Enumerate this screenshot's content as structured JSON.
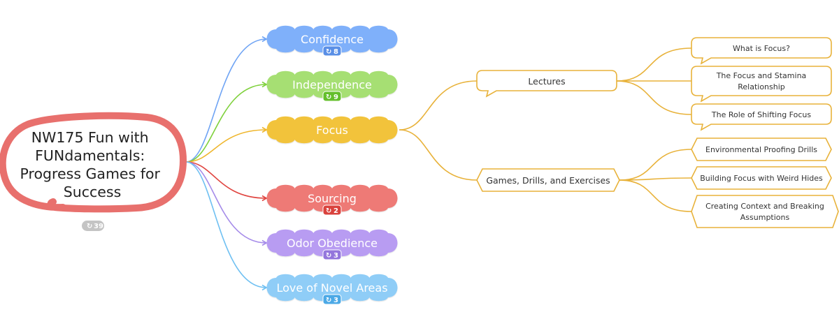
{
  "root": {
    "title_lines": [
      "NW175 Fun with",
      "FUNdamentals:",
      "Progress Games for",
      "Success"
    ],
    "count": "39",
    "color": "#e8706d"
  },
  "branches": [
    {
      "label": "Confidence",
      "count": "8",
      "color": "#7fb0fa",
      "line": "#6fa4f4",
      "badge": "#5a8fe6"
    },
    {
      "label": "Independence",
      "count": "9",
      "color": "#a6df73",
      "line": "#7fd13c",
      "badge": "#64bf2b"
    },
    {
      "label": "Focus",
      "count": "",
      "color": "#f2c33a",
      "line": "#efb62c",
      "badge": "#e2a81b"
    },
    {
      "label": "Sourcing",
      "count": "2",
      "color": "#ee7a76",
      "line": "#e04540",
      "badge": "#d9423d"
    },
    {
      "label": "Odor Obedience",
      "count": "3",
      "color": "#b89cf2",
      "line": "#a58be9",
      "badge": "#9376dc"
    },
    {
      "label": "Love of Novel Areas",
      "count": "3",
      "color": "#8fcdf7",
      "line": "#6fc0f2",
      "badge": "#4ca9e6"
    }
  ],
  "focus_children": [
    {
      "label": "Lectures",
      "children": [
        {
          "lines": [
            "What is Focus?"
          ]
        },
        {
          "lines": [
            "The Focus and Stamina",
            "Relationship"
          ]
        },
        {
          "lines": [
            "The Role of Shifting Focus"
          ]
        }
      ]
    },
    {
      "label": "Games, Drills, and Exercises",
      "children": [
        {
          "lines": [
            "Environmental Proofing Drills"
          ]
        },
        {
          "lines": [
            "Building Focus with Weird Hides"
          ]
        },
        {
          "lines": [
            "Creating Context and Breaking",
            "Assumptions"
          ]
        }
      ]
    }
  ],
  "colors": {
    "focus_line": "#e8b23a",
    "root_badge": "#c4c4c4"
  }
}
